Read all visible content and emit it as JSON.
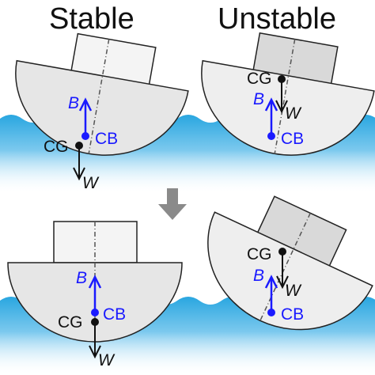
{
  "titles": {
    "stable": "Stable",
    "unstable": "Unstable"
  },
  "labels": {
    "cg": "CG",
    "cb": "CB",
    "buoyancy": "B",
    "weight": "W"
  },
  "colors": {
    "water_dark": "#29a6e0",
    "water_light": "#d8f0fa",
    "hull": "#e6e6e6",
    "cabin": "#f4f4f4",
    "cabin_shaded": "#d9d9d9",
    "outline": "#222222",
    "buoyancy": "#1a1aff",
    "weight": "#111111",
    "transition_arrow": "#8a8a8a"
  },
  "panels": [
    {
      "id": "top-left-stable",
      "state": "stable",
      "heel": "heeled"
    },
    {
      "id": "top-right-unstable",
      "state": "unstable",
      "heel": "heeled"
    },
    {
      "id": "bottom-left-stable",
      "state": "stable",
      "heel": "righted"
    },
    {
      "id": "bottom-right-unstable",
      "state": "unstable",
      "heel": "capsizing"
    }
  ],
  "transition_icon": "down-arrow-icon"
}
